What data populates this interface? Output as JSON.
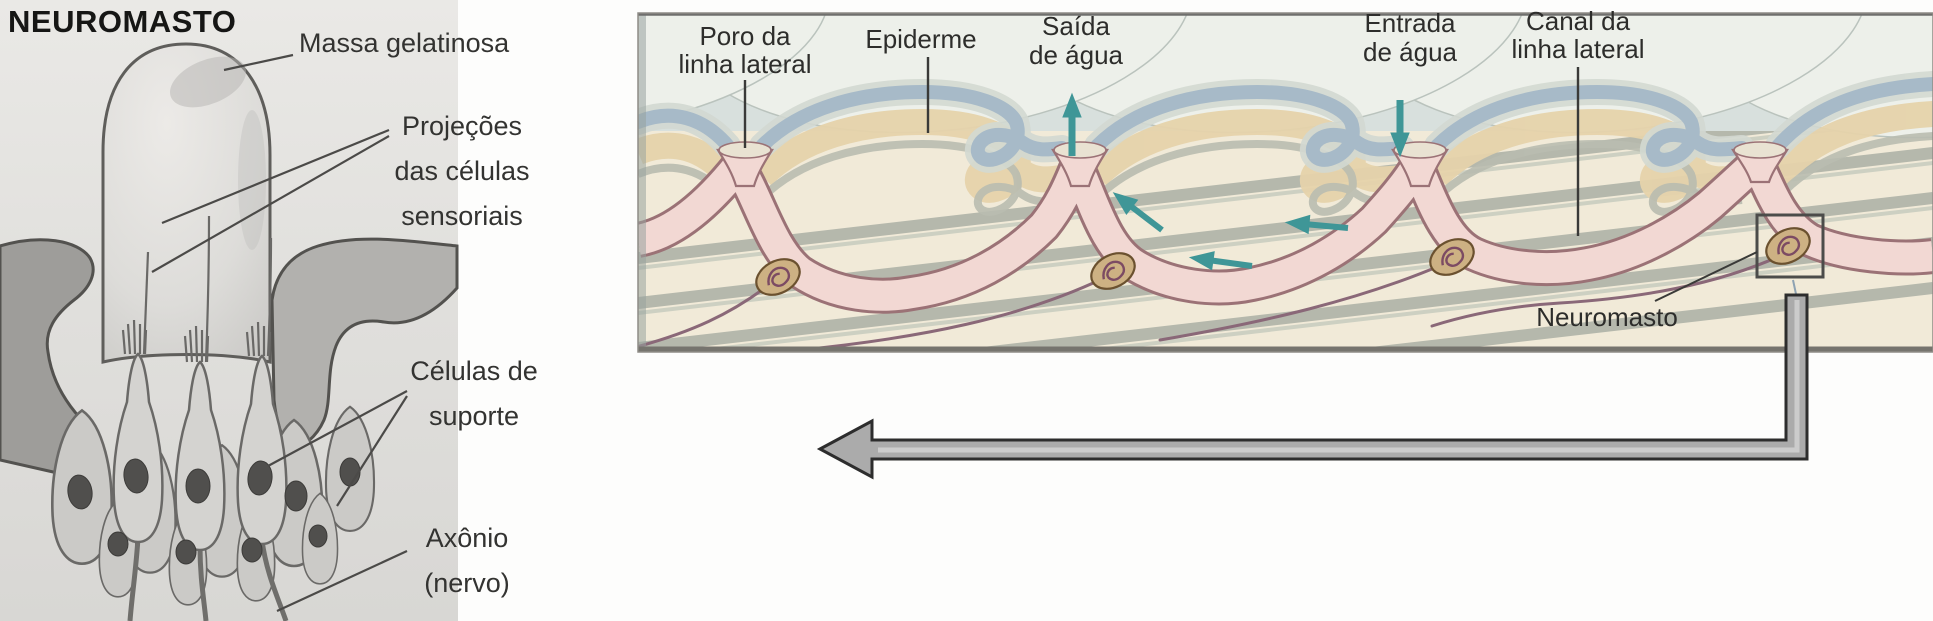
{
  "figure": {
    "left_panel": {
      "title": "NEUROMASTO",
      "labels": {
        "massa_gelatinosa": "Massa gelatinosa",
        "projecoes_line1": "Projeções",
        "projecoes_line2": "das células",
        "projecoes_line3": "sensoriais",
        "celulas_line1": "Células de",
        "celulas_line2": "suporte",
        "axonio_line1": "Axônio",
        "axonio_line2": "(nervo)"
      }
    },
    "right_panel": {
      "labels": {
        "poro_line1": "Poro da",
        "poro_line2": "linha lateral",
        "epiderme": "Epiderme",
        "saida_line1": "Saída",
        "saida_line2": "de água",
        "entrada_line1": "Entrada",
        "entrada_line2": "de água",
        "canal_line1": "Canal da",
        "canal_line2": "linha lateral",
        "neuromasto": "Neuromasto"
      }
    },
    "colors": {
      "water_flow_teal": "#3f9697",
      "canal_pink": "#f2d8d3",
      "canal_outline": "#9b7276",
      "epidermis_blue": "#a7bac8",
      "flesh_cream": "#f1ead8",
      "muscle_stripe": "#b5b8ac",
      "neuromast_tan": "#cdb183",
      "nerve_purple": "#8a6878",
      "callout_arrow_gray": "#ababab",
      "scan_gray": "#e4e2df"
    }
  }
}
